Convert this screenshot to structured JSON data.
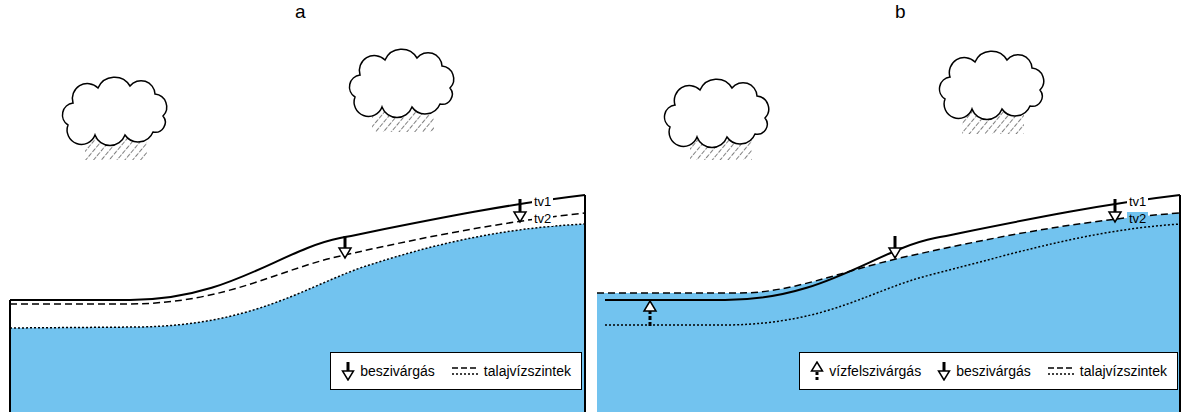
{
  "diagram": {
    "labels": [
      "a",
      "b",
      "tv1",
      "tv2",
      "tv1",
      "tv2"
    ],
    "legend": [
      {
        "text": "beszivárgás"
      },
      {
        "text": "talajvízszintek"
      },
      {
        "text": "vízfelszivárgás"
      },
      {
        "text": "beszivárgás"
      },
      {
        "text": "talajvízszintek"
      }
    ]
  }
}
